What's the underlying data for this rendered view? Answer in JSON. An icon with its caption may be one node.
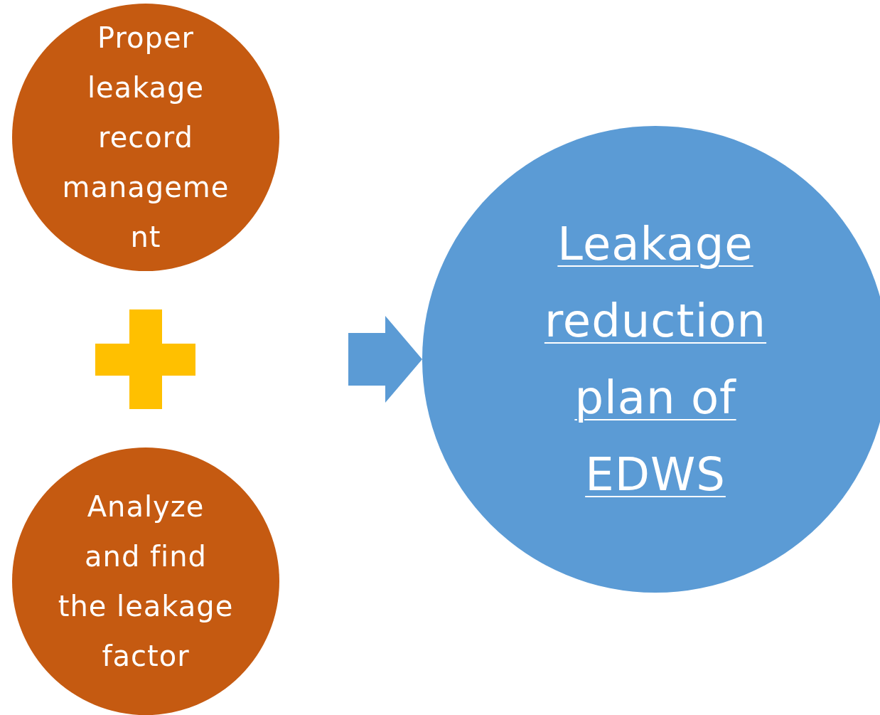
{
  "diagram": {
    "nodes": [
      {
        "text": [
          "Proper leakage record management"
        ]
      },
      {
        "text": [
          "Analyze and find the leakage factor"
        ]
      },
      {
        "text": [
          "Leakage reduction plan of EDWS"
        ]
      }
    ],
    "edges": [
      {
        "from": null,
        "to": 2,
        "arrow": "to"
      }
    ]
  }
}
